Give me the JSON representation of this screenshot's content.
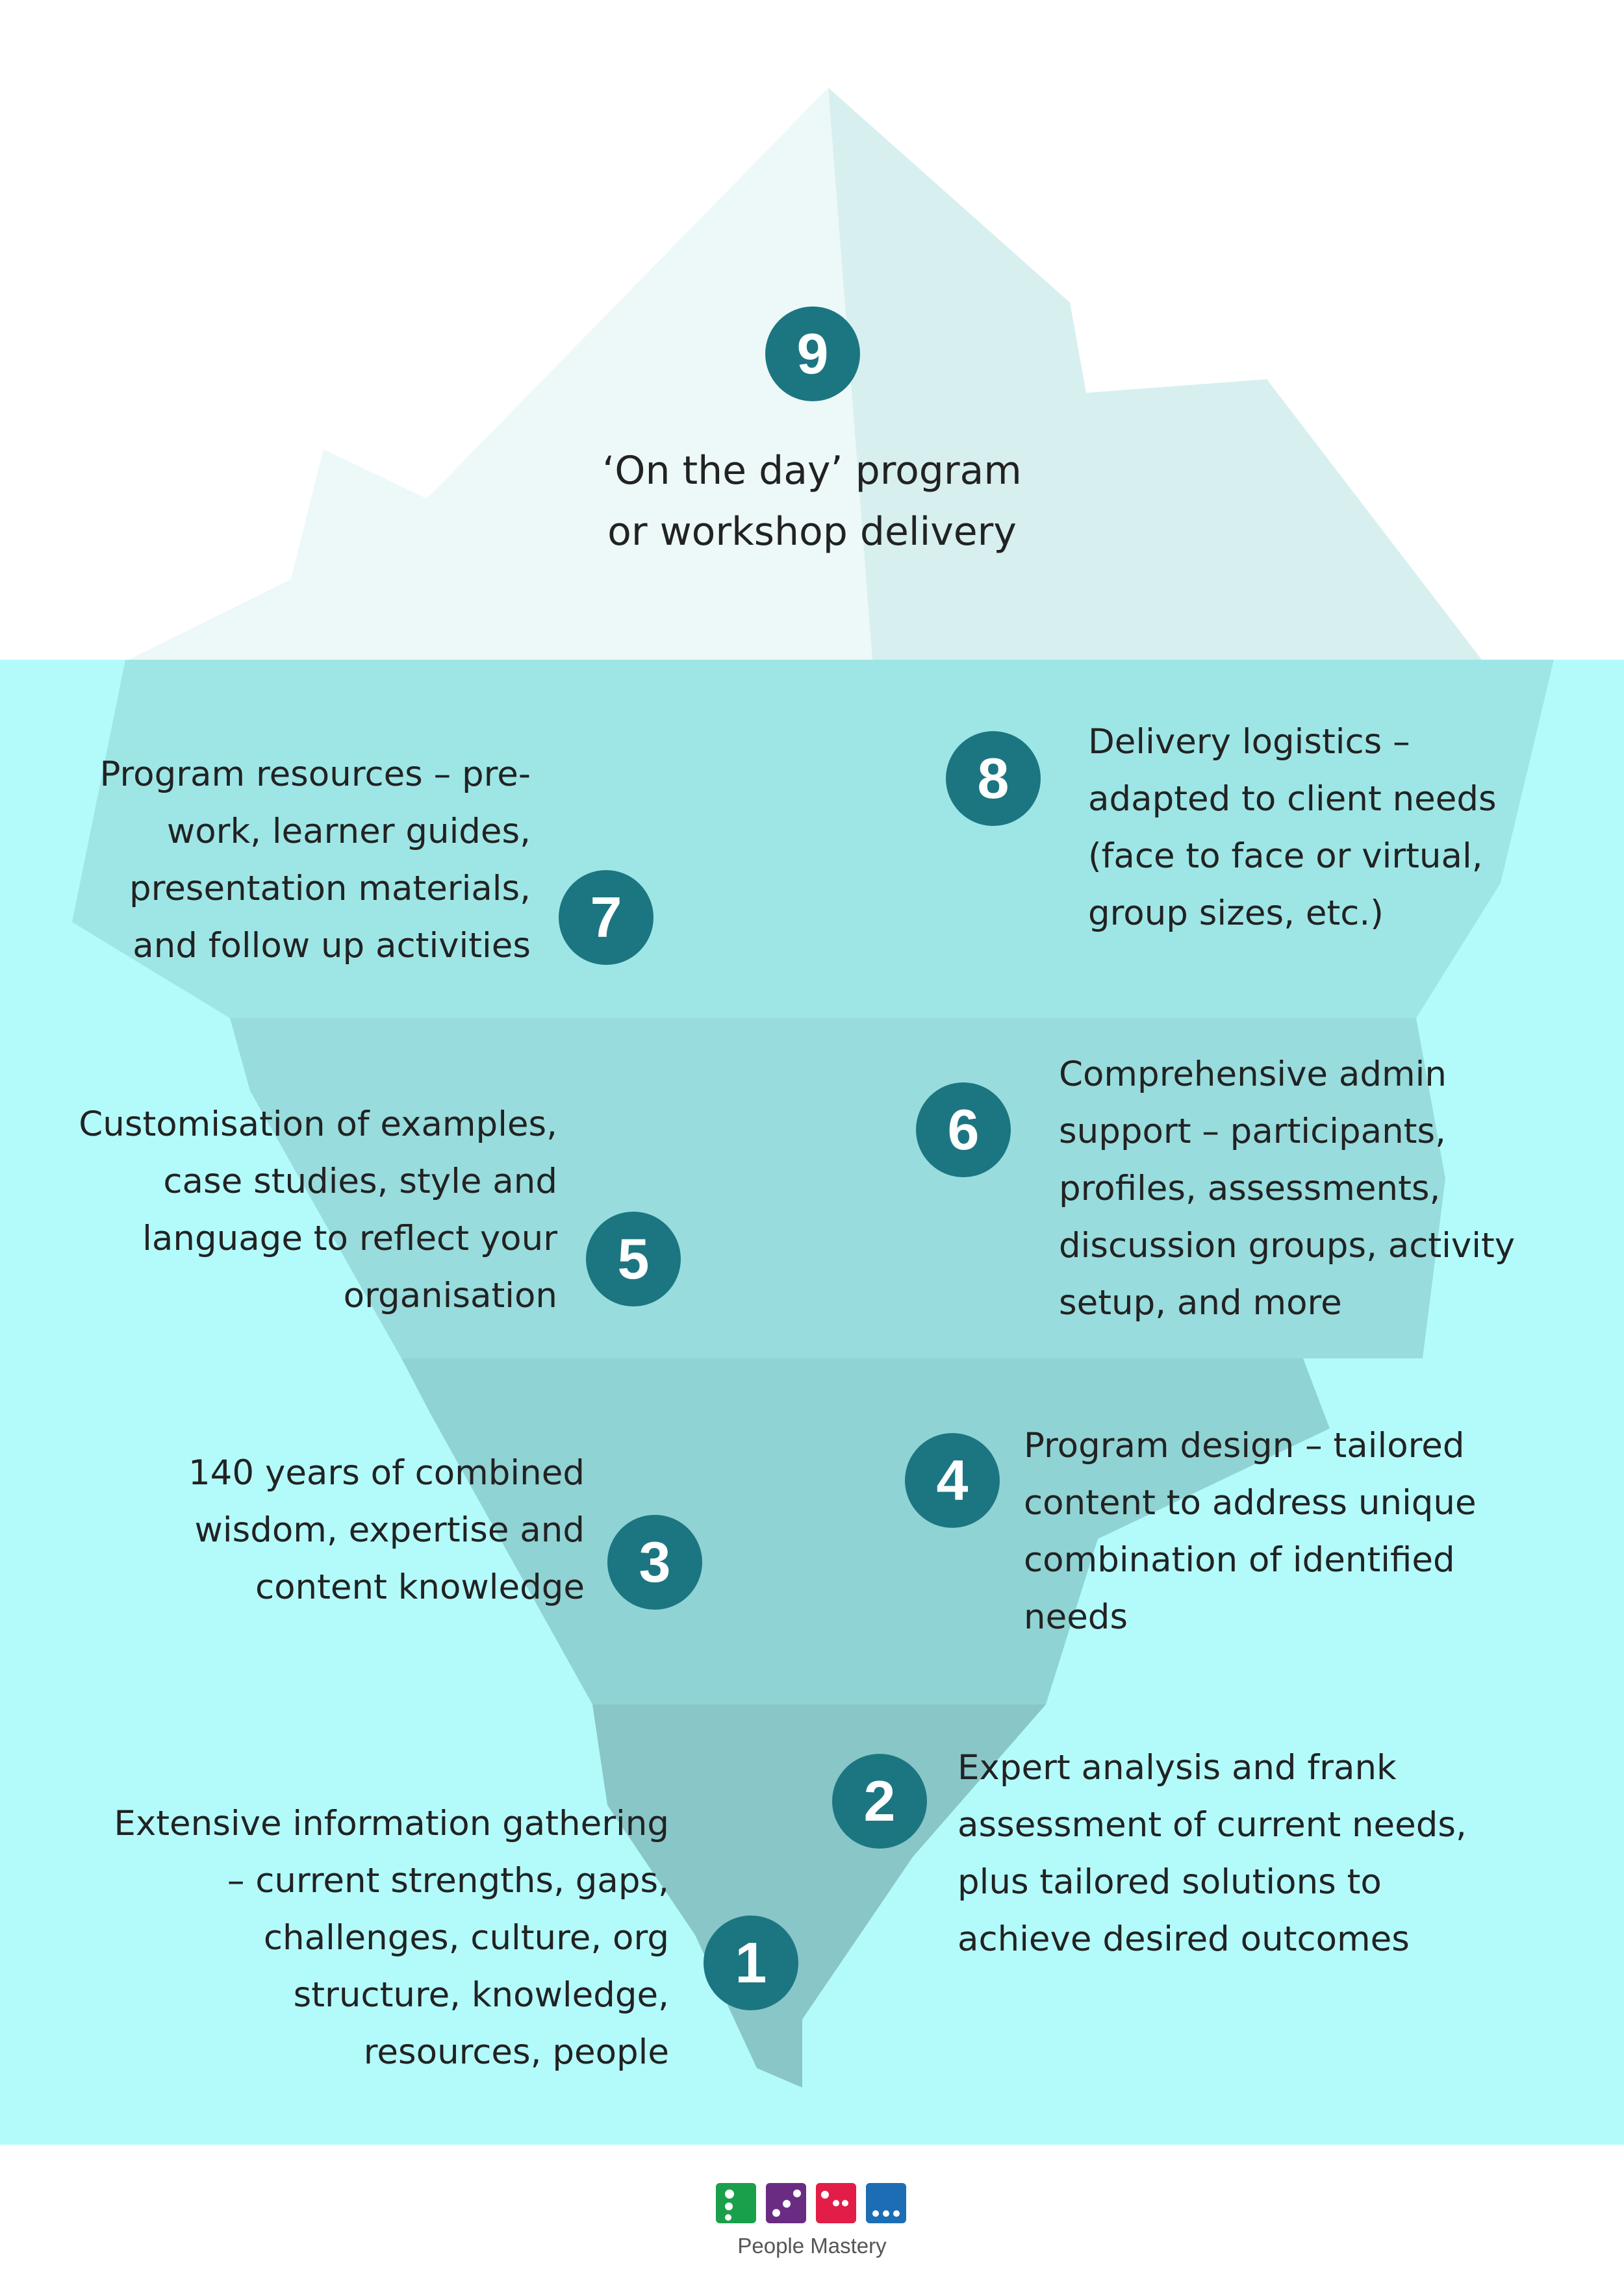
{
  "colors": {
    "water": "#b3fbfb",
    "badge": "#1c7681",
    "sky_face_left": "#edf8f8",
    "sky_face_right": "#d7efef",
    "band1": "#9ee6e6",
    "band2": "#98dcdd",
    "band3": "#90d3d4",
    "band4": "#89c6c8",
    "logo_green": "#1aa04a",
    "logo_purple": "#6a2c83",
    "logo_red": "#e21d48",
    "logo_blue": "#1d6db5"
  },
  "steps": [
    {
      "number": "9",
      "text": "‘On the day’ program\nor workshop delivery"
    },
    {
      "number": "8",
      "text": "Delivery logistics –\nadapted to client needs\n(face to face or virtual,\ngroup sizes, etc.)"
    },
    {
      "number": "7",
      "text": "Program resources – pre-\nwork, learner guides,\npresentation materials,\nand follow up activities"
    },
    {
      "number": "6",
      "text": "Comprehensive admin\nsupport – participants,\nprofiles, assessments,\ndiscussion groups, activity\nsetup, and more"
    },
    {
      "number": "5",
      "text": "Customisation of examples,\ncase studies, style and\nlanguage to reflect your\norganisation"
    },
    {
      "number": "4",
      "text": "Program design – tailored\ncontent to address unique\ncombination of identified\nneeds"
    },
    {
      "number": "3",
      "text": "140 years of combined\nwisdom, expertise and\ncontent knowledge"
    },
    {
      "number": "2",
      "text": "Expert analysis and frank\nassessment of current needs,\nplus tailored solutions to\nachieve desired outcomes"
    },
    {
      "number": "1",
      "text": "Extensive information gathering\n– current strengths, gaps,\nchallenges, culture, org\nstructure, knowledge,\nresources, people"
    }
  ],
  "logo": {
    "name": "People Mastery",
    "squares": [
      "logo_green",
      "logo_purple",
      "logo_red",
      "logo_blue"
    ]
  }
}
